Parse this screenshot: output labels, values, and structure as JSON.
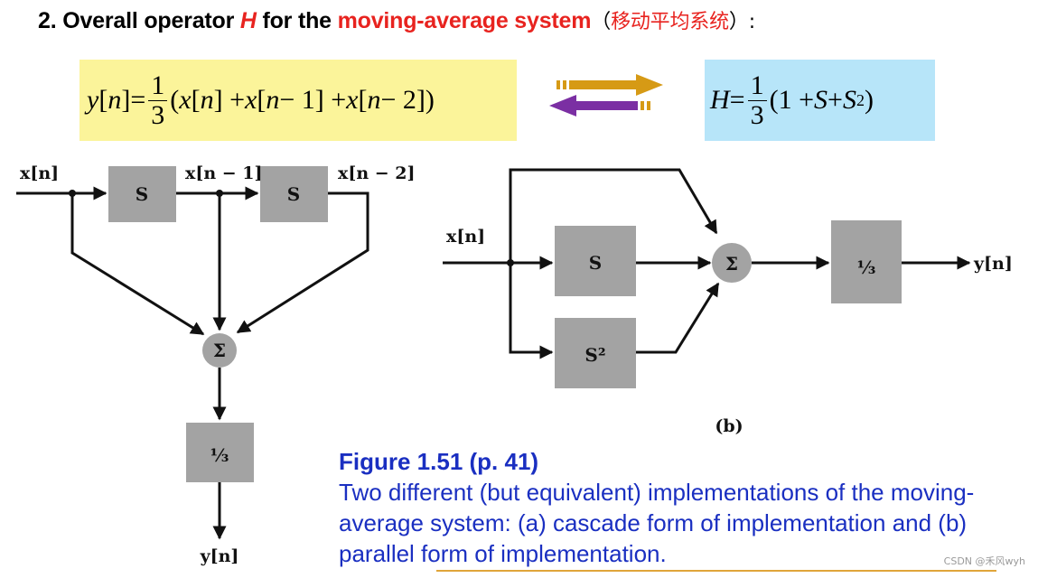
{
  "heading": {
    "prefix": "2. Overall operator",
    "var": "H",
    "mid": "for the",
    "term": "moving-average system",
    "paren_open": "（",
    "cn": "移动平均系统",
    "paren_close": "）:"
  },
  "equations": {
    "lhs": {
      "y": "y",
      "n_open": "[",
      "n": "n",
      "n_close": "]",
      "eq": " = ",
      "frac_num": "1",
      "frac_den": "3",
      "body_a": "(",
      "x1": "x",
      "t1": "[",
      "n1": "n",
      "t1b": "] + ",
      "x2": "x",
      "t2": "[",
      "n2": "n",
      "t2b": " − 1] + ",
      "x3": "x",
      "t3": "[",
      "n3": "n",
      "t3b": " − 2])"
    },
    "rhs": {
      "H": "H",
      "eq": " = ",
      "frac_num": "1",
      "frac_den": "3",
      "a": "(1 + ",
      "S1": "S",
      "b": " + ",
      "S2": "S",
      "sup": "2",
      "c": ")"
    },
    "arrow_colors": {
      "forward": "#d69a15",
      "backward": "#7b2fa3"
    }
  },
  "diagram_a": {
    "input_label": "x[n]",
    "delay1_label": "x[n − 1]",
    "delay2_label": "x[n − 2]",
    "box1": "S",
    "box2": "S",
    "sum": "Σ",
    "scale": "⅓",
    "output_label": "y[n]"
  },
  "diagram_b": {
    "input_label": "x[n]",
    "box_s": "S",
    "box_s2": "S²",
    "sum": "Σ",
    "scale": "⅓",
    "output_label": "y[n]",
    "panel_label": "(b)"
  },
  "caption": {
    "title": "Figure 1.51  (p. 41)",
    "text": "Two different (but equivalent) implementations of the moving-average system: (a) cascade form of implementation and (b) parallel form of implementation."
  },
  "watermark": "CSDN @禾风wyh",
  "colors": {
    "heading_red": "#e8231f",
    "caption_blue": "#1a2fc1",
    "box_gray": "#a3a3a3",
    "eq_yellow": "#fbf49a",
    "eq_blue": "#b7e5f9"
  }
}
